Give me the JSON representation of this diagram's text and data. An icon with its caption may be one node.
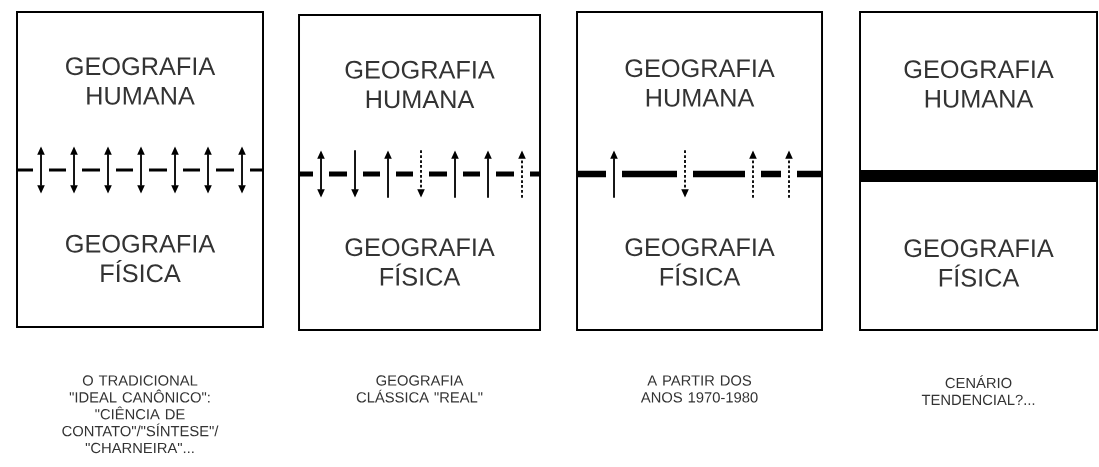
{
  "diagram": {
    "nodes": [
      {
        "text": [],
        "shape": "box",
        "beside": [
          "O TRADICIONAL \"IDEAL CANÔNICO\": \"CIÊNCIA DE CONTATO\"/\"SÍNTESE\"/ \"CHARNEIRA\"..."
        ]
      },
      {
        "text": [
          "GEOGRAFIA HUMANA"
        ],
        "in": 0
      },
      {
        "text": [
          "GEOGRAFIA FÍSICA"
        ],
        "in": 0
      },
      {
        "text": [],
        "shape": "box",
        "beside": [
          "GEOGRAFIA CLÁSSICA \"REAL\""
        ]
      },
      {
        "text": [
          "GEOGRAFIA HUMANA"
        ],
        "in": 3
      },
      {
        "text": [
          "GEOGRAFIA FÍSICA"
        ],
        "in": 3
      },
      {
        "text": [],
        "shape": "box",
        "beside": [
          "A PARTIR DOS ANOS 1970-1980"
        ]
      },
      {
        "text": [
          "GEOGRAFIA HUMANA"
        ],
        "in": 6
      },
      {
        "text": [
          "GEOGRAFIA FÍSICA"
        ],
        "in": 6
      },
      {
        "text": [],
        "shape": "box",
        "beside": [
          "CENÁRIO TENDENCIAL?..."
        ]
      },
      {
        "text": [
          "GEOGRAFIA HUMANA"
        ],
        "in": 9
      },
      {
        "text": [
          "GEOGRAFIA FÍSICA"
        ],
        "in": 9
      }
    ],
    "edges": [
      {
        "from": 1,
        "to": 2,
        "arrow": "both"
      },
      {
        "from": 1,
        "to": 2,
        "arrow": "both"
      },
      {
        "from": 1,
        "to": 2,
        "arrow": "both"
      },
      {
        "from": 1,
        "to": 2,
        "arrow": "both"
      },
      {
        "from": 1,
        "to": 2,
        "arrow": "both"
      },
      {
        "from": 1,
        "to": 2,
        "arrow": "both"
      },
      {
        "from": 1,
        "to": 2,
        "arrow": "both"
      },
      {
        "from": 4,
        "to": 5,
        "arrow": "both"
      },
      {
        "from": 4,
        "to": 5,
        "arrow": "to"
      },
      {
        "from": 5,
        "to": 4,
        "arrow": "to"
      },
      {
        "from": 4,
        "to": 5,
        "arrow": "to",
        "style": "dashed"
      },
      {
        "from": 5,
        "to": 4,
        "arrow": "to"
      },
      {
        "from": 5,
        "to": 4,
        "arrow": "to"
      },
      {
        "from": 5,
        "to": 4,
        "arrow": "to",
        "style": "dashed"
      },
      {
        "from": 8,
        "to": 7,
        "arrow": "to"
      },
      {
        "from": 7,
        "to": 8,
        "arrow": "to",
        "style": "dashed"
      },
      {
        "from": 8,
        "to": 7,
        "arrow": "to",
        "style": "dashed"
      },
      {
        "from": 8,
        "to": 7,
        "arrow": "to",
        "style": "dashed"
      }
    ]
  }
}
